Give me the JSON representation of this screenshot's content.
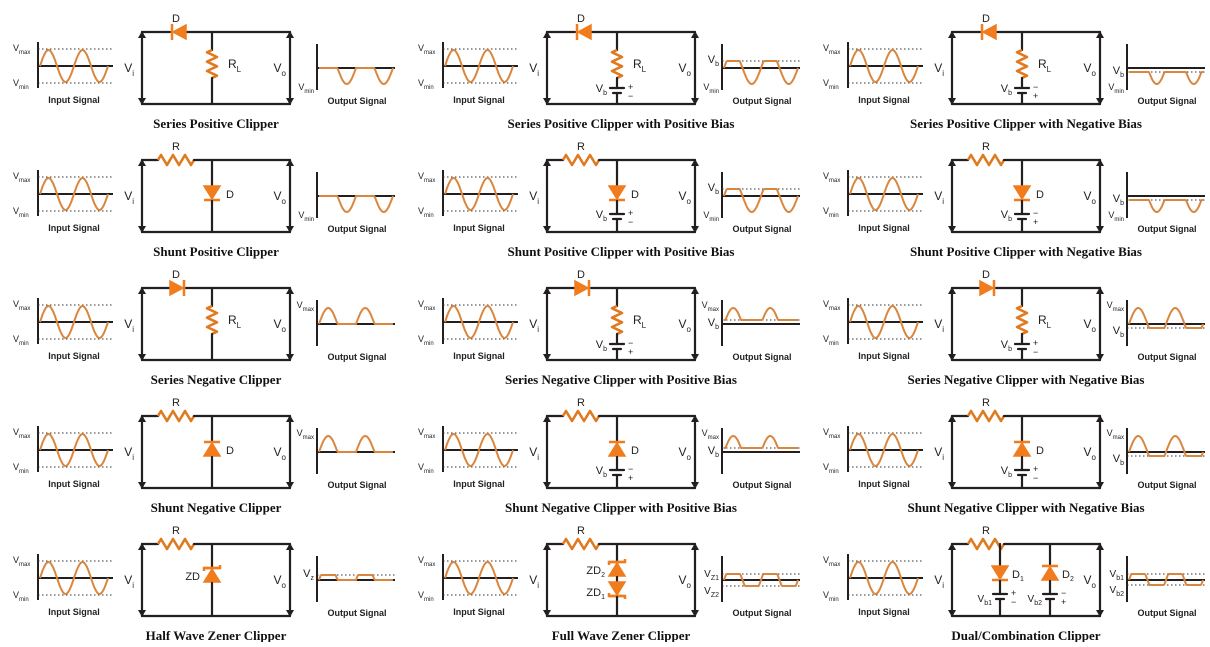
{
  "labels": {
    "input_signal": "Input Signal",
    "output_signal": "Output Signal",
    "v_in": "V",
    "v_in_sub": "i",
    "v_out": "V",
    "v_out_sub": "o",
    "vmax": "V",
    "vmax_sub": "max",
    "vmin": "V",
    "vmin_sub": "min",
    "vb": "V",
    "vb_sub": "b",
    "diode": "D",
    "resistor": "R",
    "load": "R",
    "load_sub": "L",
    "zener": "ZD",
    "zd1": "ZD",
    "zd1_sub": "1",
    "zd2": "ZD",
    "zd2_sub": "2",
    "d1": "D",
    "d1_sub": "1",
    "d2": "D",
    "d2_sub": "2",
    "vb1": "V",
    "vb1_sub": "b1",
    "vb2": "V",
    "vb2_sub": "b2",
    "vz": "V",
    "vz_sub": "z",
    "vz1": "V",
    "vz1_sub": "Z1",
    "vz2": "V",
    "vz2_sub": "Z2",
    "plus": "+",
    "minus": "−"
  },
  "circuits": [
    {
      "title": "Series Positive Clipper",
      "topology": "series",
      "diode": "pos",
      "bias": "none",
      "output": "clip-top-no-bias"
    },
    {
      "title": "Series Positive Clipper with Positive Bias",
      "topology": "series",
      "diode": "pos",
      "bias": "positive",
      "output": "clip-top-vb-pos"
    },
    {
      "title": "Series Positive Clipper with Negative Bias",
      "topology": "series",
      "diode": "pos",
      "bias": "negative",
      "output": "clip-top-vb-neg"
    },
    {
      "title": "Shunt Positive Clipper",
      "topology": "shunt",
      "diode": "pos",
      "bias": "none",
      "output": "clip-top-no-bias"
    },
    {
      "title": "Shunt Positive Clipper with Positive Bias",
      "topology": "shunt",
      "diode": "pos",
      "bias": "positive",
      "output": "clip-top-vb-pos"
    },
    {
      "title": "Shunt Positive Clipper with Negative Bias",
      "topology": "shunt",
      "diode": "pos",
      "bias": "negative",
      "output": "clip-top-vb-neg"
    },
    {
      "title": "Series Negative Clipper",
      "topology": "series",
      "diode": "neg",
      "bias": "none",
      "output": "clip-bottom-no-bias"
    },
    {
      "title": "Series Negative Clipper with Positive Bias",
      "topology": "series",
      "diode": "neg",
      "bias": "positive",
      "output": "clip-bottom-vb-pos"
    },
    {
      "title": "Series Negative Clipper with Negative Bias",
      "topology": "series",
      "diode": "neg",
      "bias": "negative",
      "output": "clip-bottom-vb-neg"
    },
    {
      "title": "Shunt Negative Clipper",
      "topology": "shunt",
      "diode": "neg",
      "bias": "none",
      "output": "clip-bottom-no-bias"
    },
    {
      "title": "Shunt Negative Clipper with Positive Bias",
      "topology": "shunt",
      "diode": "neg",
      "bias": "positive",
      "output": "clip-bottom-vb-pos"
    },
    {
      "title": "Shunt Negative Clipper with Negative Bias",
      "topology": "shunt",
      "diode": "neg",
      "bias": "negative",
      "output": "clip-bottom-vb-neg"
    },
    {
      "title": "Half Wave Zener Clipper",
      "topology": "zener-half",
      "diode": "zener",
      "bias": "none",
      "output": "zener-half"
    },
    {
      "title": "Full Wave Zener Clipper",
      "topology": "zener-full",
      "diode": "zener",
      "bias": "none",
      "output": "zener-full"
    },
    {
      "title": "Dual/Combination Clipper",
      "topology": "dual",
      "diode": "dual",
      "bias": "dual",
      "output": "dual"
    }
  ],
  "colors": {
    "wire": "#231f20",
    "component": "#f07c1e",
    "waveform": "#d9863f",
    "background": "#ffffff"
  }
}
